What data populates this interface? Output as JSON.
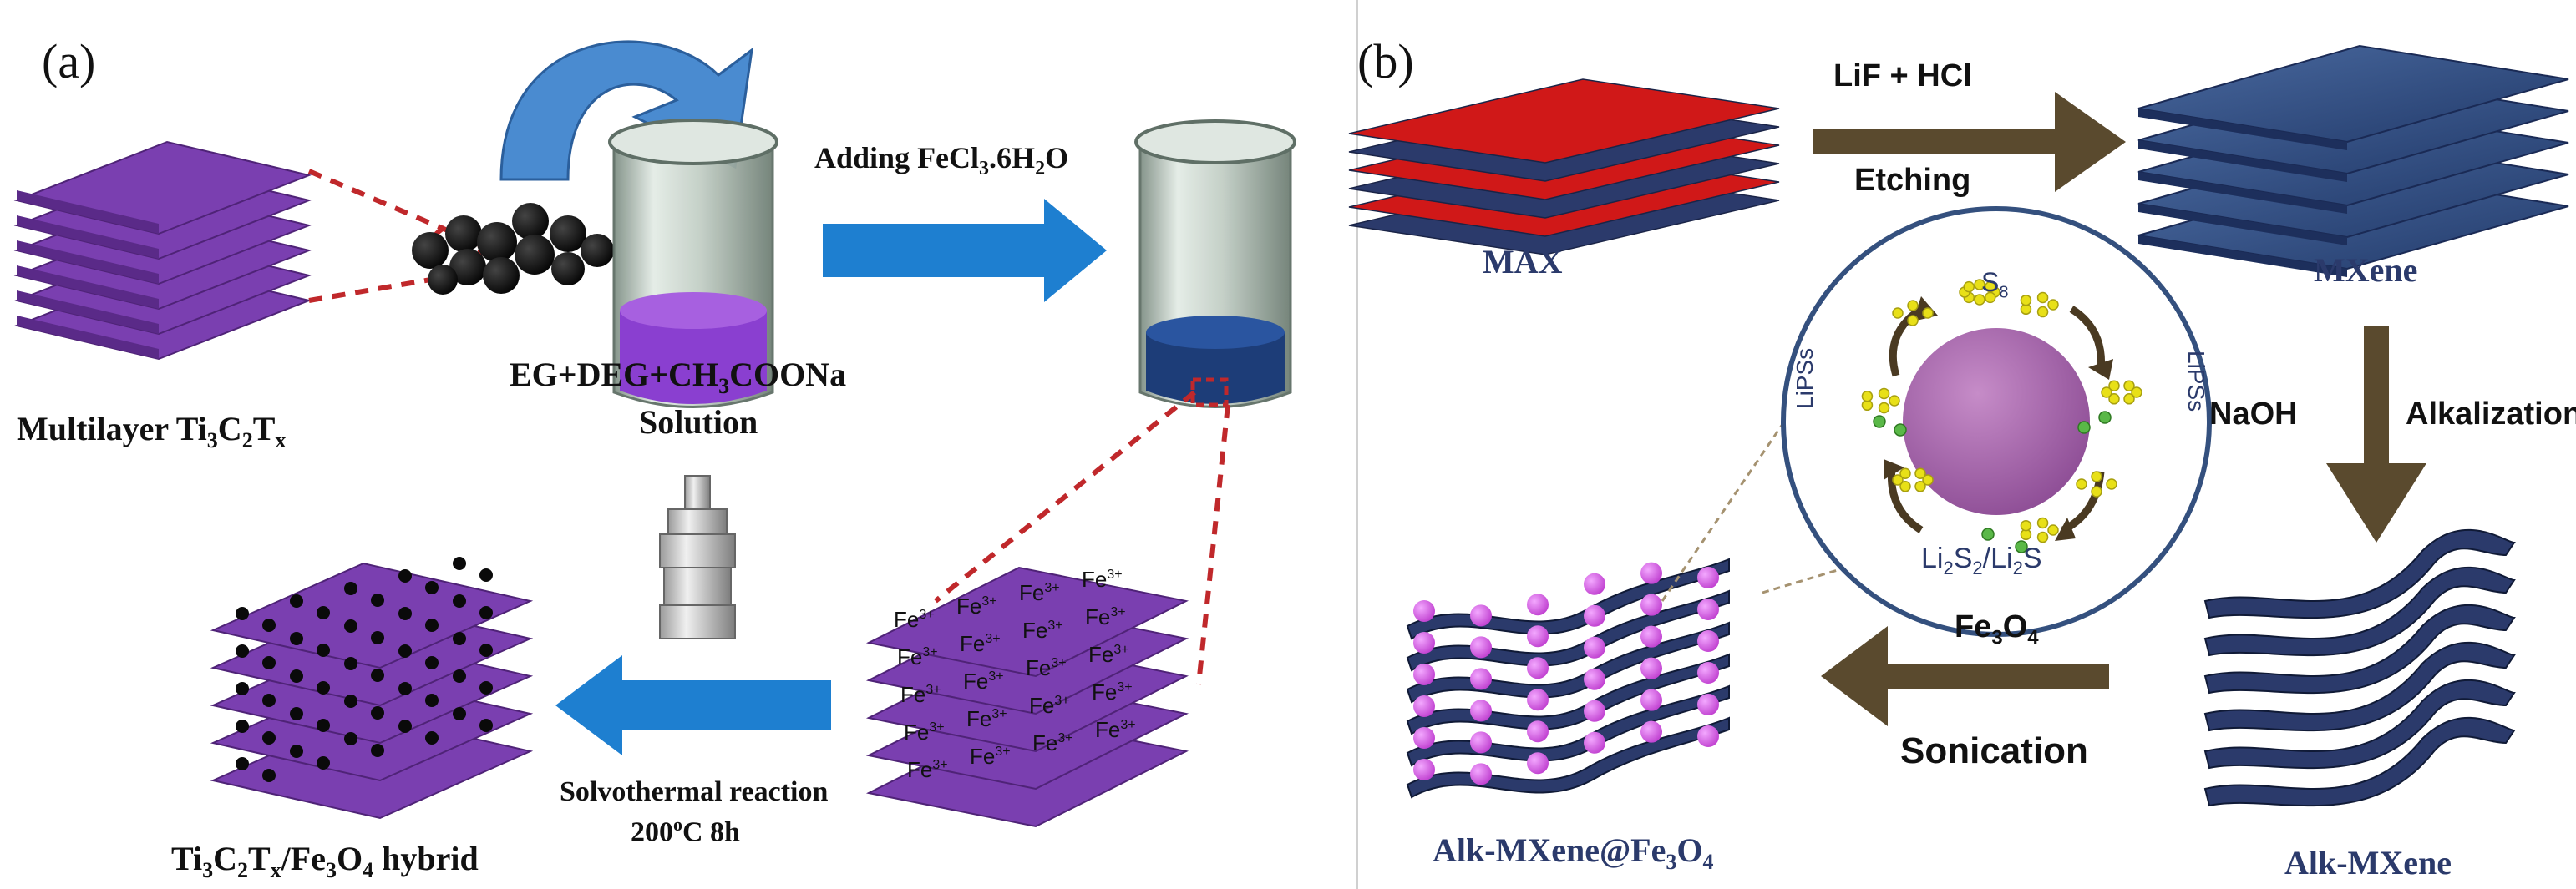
{
  "panel_a": {
    "label": "(a)",
    "multilayer": {
      "main": "Multilayer Ti",
      "s1": "3",
      "c": "C",
      "s2": "2",
      "t": "T",
      "s3": "x"
    },
    "solution_line1": {
      "a": "EG+DEG+CH",
      "s": "3",
      "b": "COONa"
    },
    "solution_line2": "Solution",
    "adding": {
      "a": "Adding FeCl",
      "s1": "3",
      "b": ".6H",
      "s2": "2",
      "c": "O"
    },
    "solvothermal_line1": "Solvothermal reaction",
    "solvothermal_line2": {
      "a": "200",
      "sup": "o",
      "b": "C 8h"
    },
    "hybrid": {
      "a": "Ti",
      "s1": "3",
      "b": "C",
      "s2": "2",
      "c": "T",
      "s3": "x",
      "d": "/Fe",
      "s4": "3",
      "e": "O",
      "s5": "4",
      "f": " hybrid"
    },
    "fe_ion": "Fe",
    "fe_ion_sup": "3+"
  },
  "panel_b": {
    "label": "(b)",
    "max": "MAX",
    "mxene": "MXene",
    "alk_mxene": "Alk-MXene",
    "alk_fe3o4": {
      "a": "Alk-MXene@Fe",
      "s1": "3",
      "b": "O",
      "s2": "4"
    },
    "lif_hcl": "LiF + HCl",
    "etching": "Etching",
    "naoh": "NaOH",
    "alkalization": "Alkalization",
    "fe3o4": {
      "a": "Fe",
      "s1": "3",
      "b": "O",
      "s2": "4"
    },
    "sonication": "Sonication",
    "circle": {
      "s8": "S",
      "s8_sub": "8",
      "lipss_left": "LiPSs",
      "lipss_right": "LiPSs",
      "li2s2": {
        "a": "Li",
        "s1": "2",
        "b": "S",
        "s2": "2",
        "c": "/Li",
        "s3": "2",
        "d": "S"
      }
    }
  },
  "colors": {
    "purple": "#7a3fb0",
    "purple_dark": "#4f2377",
    "blue_arrow": "#1e7fd0",
    "brown_arrow": "#5a4a2e",
    "navy": "#2b3a6b",
    "red_line": "#c0282b",
    "magenta": "#d060e0",
    "yellow": "#e8e018"
  }
}
